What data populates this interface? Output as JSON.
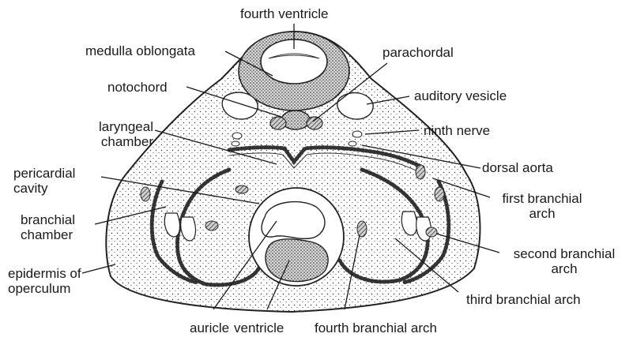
{
  "labels": {
    "fourth_ventricle": "fourth ventricle",
    "medulla_oblongata": "medulla oblongata",
    "parachordal": "parachordal",
    "notochord": "notochord",
    "auditory_vesicle": "auditory vesicle",
    "laryngeal_chamber": [
      "laryngeal",
      "chamber"
    ],
    "ninth_nerve": "ninth nerve",
    "dorsal_aorta": "dorsal aorta",
    "pericardial_cavity": [
      "pericardial",
      "cavity"
    ],
    "first_branchial_arch": [
      "first branchial",
      "arch"
    ],
    "branchial_chamber": [
      "branchial",
      "chamber"
    ],
    "second_branchial_arch": [
      "second branchial",
      "arch"
    ],
    "epidermis_of_operculum": [
      "epidermis of",
      "operculum"
    ],
    "third_branchial_arch": "third branchial arch",
    "auricle": "auricle",
    "ventricle": "ventricle",
    "fourth_branchial_arch": "fourth branchial arch"
  }
}
